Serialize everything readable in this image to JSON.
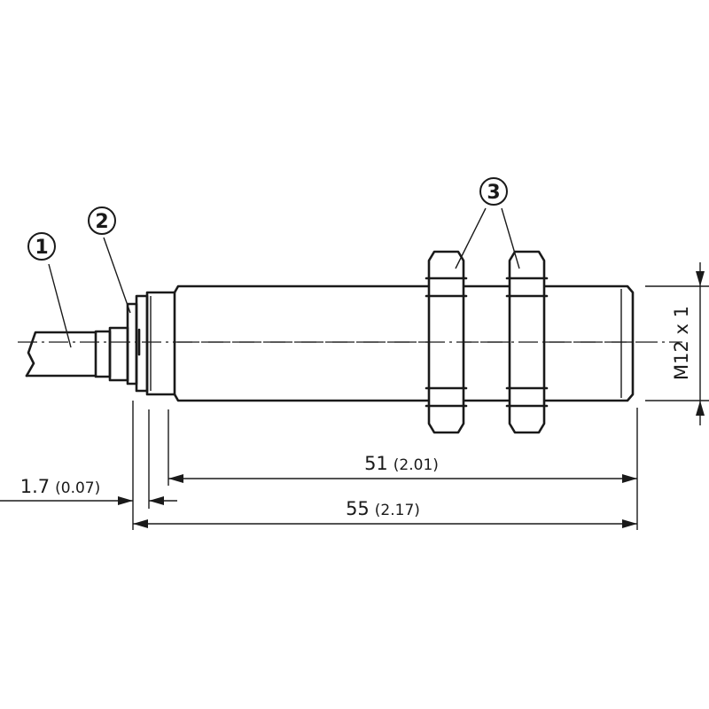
{
  "callouts": [
    "1",
    "2",
    "3"
  ],
  "dimensions": {
    "length_51": {
      "value": "51",
      "inch": "(2.01)"
    },
    "length_55": {
      "value": "55",
      "inch": "(2.17)"
    },
    "offset_1_7": {
      "value": "1.7",
      "inch": "(0.07)"
    }
  },
  "thread_label": "M12 x 1"
}
